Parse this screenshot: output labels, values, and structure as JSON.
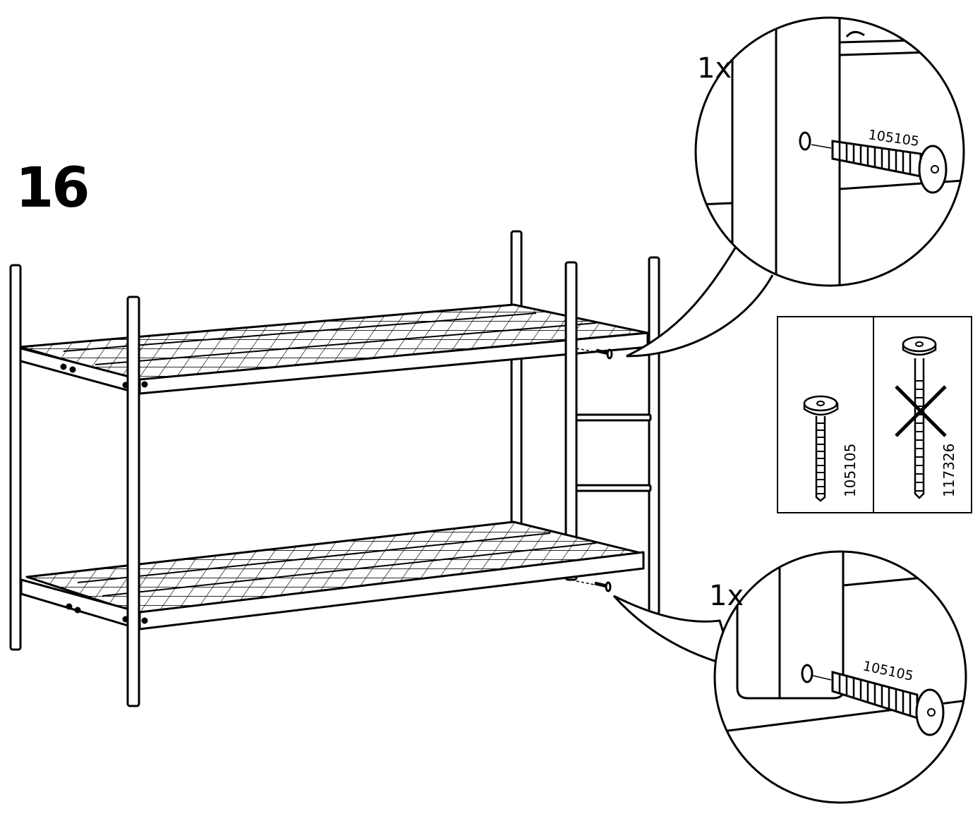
{
  "step": {
    "number": "16"
  },
  "callout_top": {
    "quantity": "1x",
    "part_number": "105105"
  },
  "callout_bottom": {
    "quantity": "1x",
    "part_number": "105105"
  },
  "comparison": {
    "correct_part": "105105",
    "wrong_part": "117326"
  },
  "colors": {
    "line": "#000000",
    "background": "#ffffff",
    "fill": "#ffffff"
  }
}
